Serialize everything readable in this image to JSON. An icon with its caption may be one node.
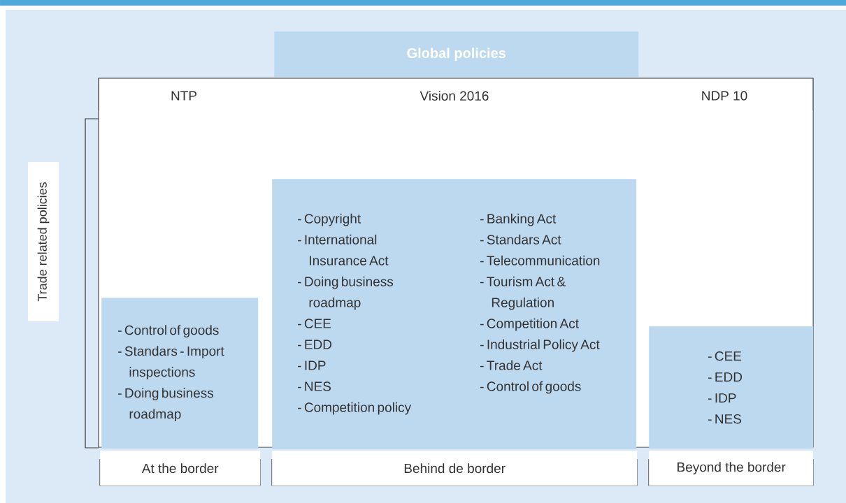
{
  "diagram": {
    "nodes": [
      {
        "text": [
          "Global policies"
        ]
      },
      {
        "text": [
          "Trade related policies"
        ]
      },
      {
        "text": [
          "- Control of goods",
          "- Standars - Import inspections",
          "- Doing business roadmap"
        ]
      },
      {
        "text": [
          "- Copyright",
          "- International Insurance Act",
          "- Doing business roadmap",
          "- CEE",
          "- EDD",
          "- IDP",
          "- NES",
          "- Competition policy",
          "- Banking Act",
          "- Standars Act",
          "- Telecommunication",
          "- Tourism Act & Regulation",
          "- Competition Act",
          "- Industrial Policy Act",
          "- Trade Act",
          "- Control of goods"
        ]
      },
      {
        "text": [
          "- CEE",
          "- EDD",
          "- IDP",
          "- NES"
        ]
      },
      {
        "text": [
          "At the border"
        ]
      },
      {
        "text": [
          "Behind de border"
        ]
      },
      {
        "text": [
          "Beyond the border"
        ]
      }
    ],
    "labels": [
      "NTP",
      "Vision 2016",
      "NDP 10"
    ]
  }
}
